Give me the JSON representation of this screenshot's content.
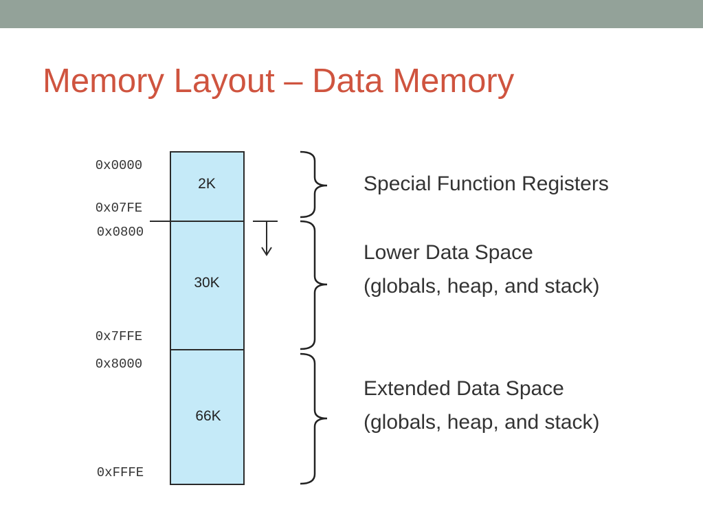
{
  "slide": {
    "title": "Memory Layout – Data Memory"
  },
  "memory_map": {
    "addresses": [
      "0x0000",
      "0x07FE",
      "0x0800",
      "0x7FFE",
      "0x8000",
      "0xFFFE"
    ],
    "blocks": [
      {
        "size_label": "2K"
      },
      {
        "size_label": "30K"
      },
      {
        "size_label": "66K"
      }
    ],
    "block_fill": "#c5eaf8",
    "block_stroke": "#2a2a2a"
  },
  "regions": [
    {
      "lines": [
        "Special Function Registers"
      ]
    },
    {
      "lines": [
        "Lower Data Space",
        "(globals, heap, and stack)"
      ]
    },
    {
      "lines": [
        "Extended Data Space",
        "(globals, heap, and stack)"
      ]
    }
  ]
}
